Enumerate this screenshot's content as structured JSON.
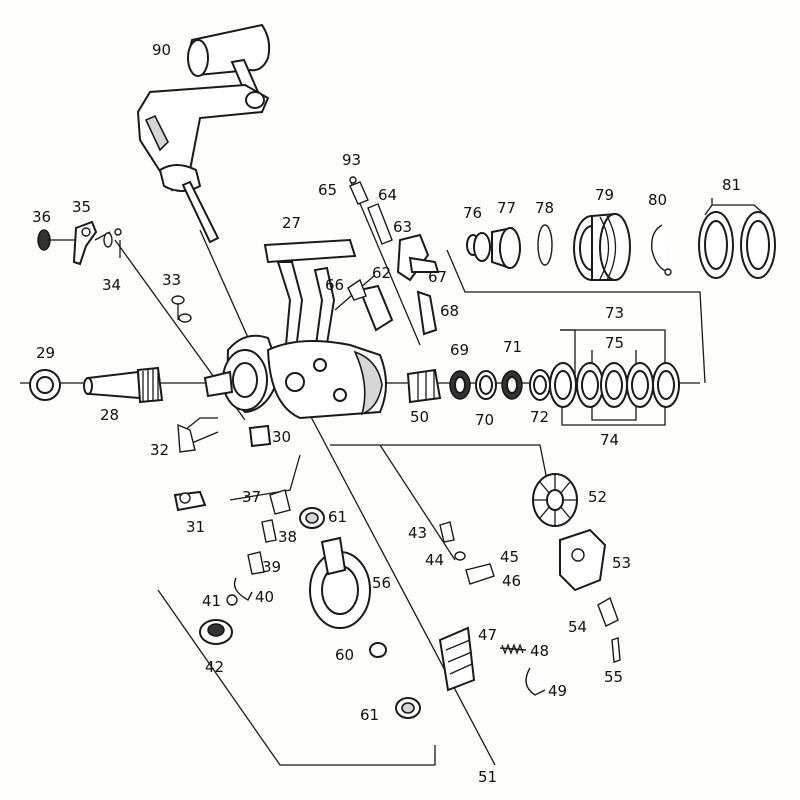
{
  "callouts": [
    {
      "id": "c90",
      "label": "90"
    },
    {
      "id": "c93",
      "label": "93"
    },
    {
      "id": "c65",
      "label": "65"
    },
    {
      "id": "c64",
      "label": "64"
    },
    {
      "id": "c63",
      "label": "63"
    },
    {
      "id": "c27",
      "label": "27"
    },
    {
      "id": "c36",
      "label": "36"
    },
    {
      "id": "c35",
      "label": "35"
    },
    {
      "id": "c34",
      "label": "34"
    },
    {
      "id": "c33",
      "label": "33"
    },
    {
      "id": "c66",
      "label": "66"
    },
    {
      "id": "c62",
      "label": "62"
    },
    {
      "id": "c67",
      "label": "67"
    },
    {
      "id": "c68",
      "label": "68"
    },
    {
      "id": "c76",
      "label": "76"
    },
    {
      "id": "c77",
      "label": "77"
    },
    {
      "id": "c78",
      "label": "78"
    },
    {
      "id": "c79",
      "label": "79"
    },
    {
      "id": "c80",
      "label": "80"
    },
    {
      "id": "c81",
      "label": "81"
    },
    {
      "id": "c73",
      "label": "73"
    },
    {
      "id": "c75",
      "label": "75"
    },
    {
      "id": "c29",
      "label": "29"
    },
    {
      "id": "c28",
      "label": "28"
    },
    {
      "id": "c69",
      "label": "69"
    },
    {
      "id": "c71",
      "label": "71"
    },
    {
      "id": "c50",
      "label": "50"
    },
    {
      "id": "c70",
      "label": "70"
    },
    {
      "id": "c72",
      "label": "72"
    },
    {
      "id": "c74",
      "label": "74"
    },
    {
      "id": "c32",
      "label": "32"
    },
    {
      "id": "c30",
      "label": "30"
    },
    {
      "id": "c52",
      "label": "52"
    },
    {
      "id": "c37",
      "label": "37"
    },
    {
      "id": "c31",
      "label": "31"
    },
    {
      "id": "c61a",
      "label": "61"
    },
    {
      "id": "c38",
      "label": "38"
    },
    {
      "id": "c43",
      "label": "43"
    },
    {
      "id": "c44",
      "label": "44"
    },
    {
      "id": "c45",
      "label": "45"
    },
    {
      "id": "c53",
      "label": "53"
    },
    {
      "id": "c39",
      "label": "39"
    },
    {
      "id": "c46",
      "label": "46"
    },
    {
      "id": "c56",
      "label": "56"
    },
    {
      "id": "c41",
      "label": "41"
    },
    {
      "id": "c40",
      "label": "40"
    },
    {
      "id": "c54",
      "label": "54"
    },
    {
      "id": "c47",
      "label": "47"
    },
    {
      "id": "c48",
      "label": "48"
    },
    {
      "id": "c42",
      "label": "42"
    },
    {
      "id": "c60",
      "label": "60"
    },
    {
      "id": "c55",
      "label": "55"
    },
    {
      "id": "c49",
      "label": "49"
    },
    {
      "id": "c61b",
      "label": "61"
    },
    {
      "id": "c51",
      "label": "51"
    }
  ]
}
